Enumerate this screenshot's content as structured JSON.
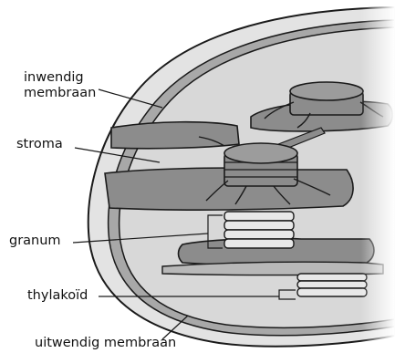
{
  "labels": {
    "inner_membrane": [
      "inwendig",
      "membraan"
    ],
    "stroma": "stroma",
    "granum": "granum",
    "thylakoid": "thylakoïd",
    "outer_membrane": "uitwendig membraan"
  },
  "colors": {
    "outer": "#e3e3e3",
    "inner": "#cbcbcb",
    "membrane": "#9a9a9a",
    "disc": "#8c8c8c",
    "line": "#1a1a1a",
    "background": "#ffffff"
  }
}
